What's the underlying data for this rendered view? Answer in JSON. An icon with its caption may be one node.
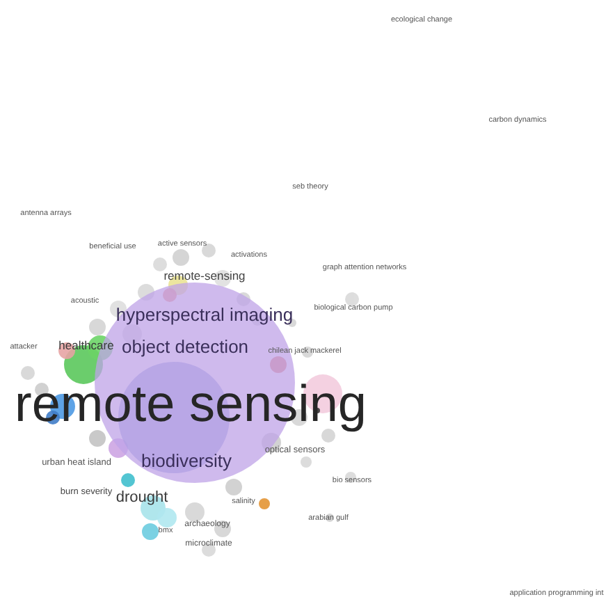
{
  "diagram": {
    "labels": [
      "ecological change",
      "carbon dynamics",
      "seb theory",
      "antenna arrays",
      "beneficial use",
      "active sensors",
      "activations",
      "remote-sensing",
      "graph attention networks",
      "acoustic",
      "hyperspectral imaging",
      "biological carbon pump",
      "attacker",
      "healthcare",
      "object detection",
      "chilean jack mackerel",
      "remote sensing",
      "urban heat island",
      "biodiversity",
      "optical sensors",
      "bio sensors",
      "burn severity",
      "drought",
      "salinity",
      "arabian gulf",
      "archaeology",
      "bmx",
      "microclimate",
      "application programming int"
    ]
  }
}
